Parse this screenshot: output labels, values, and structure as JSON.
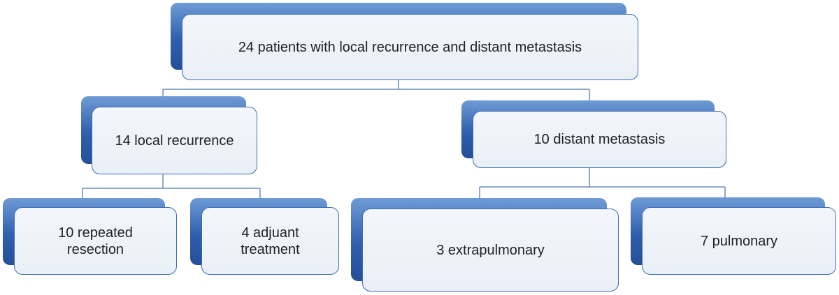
{
  "colors": {
    "tab_dark": "#2f5fae",
    "tab_light": "#6f9bd6",
    "card_fill": "#eef2f7",
    "card_border": "#3f6db3",
    "connector": "#6b8cc0",
    "text": "#222222"
  },
  "nodes": {
    "root": {
      "label": "24 patients with local recurrence and distant metastasis"
    },
    "local": {
      "label": "14 local recurrence"
    },
    "distant": {
      "label": "10 distant metastasis"
    },
    "repeated": {
      "label": "10 repeated\nresection"
    },
    "adjuvant": {
      "label": "4 adjuant\ntreatment"
    },
    "extrapulmonary": {
      "label": "3 extrapulmonary"
    },
    "pulmonary": {
      "label": "7 pulmonary"
    }
  }
}
